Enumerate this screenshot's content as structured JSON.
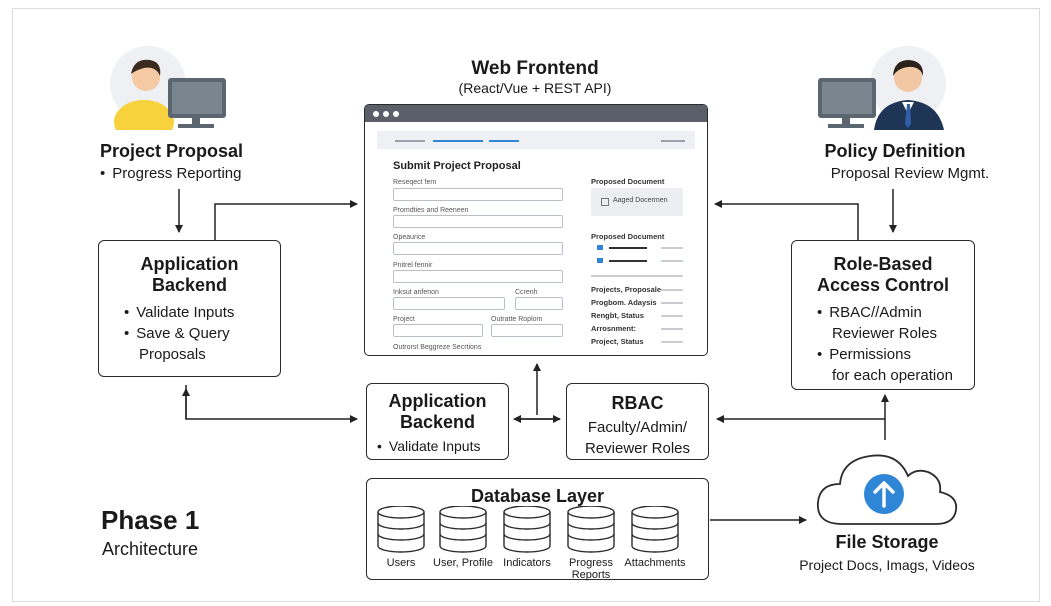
{
  "title": {
    "main": "Web  Frontend",
    "sub": "(React/Vue + REST API)"
  },
  "left_actor": {
    "title": "Project Proposal",
    "item": "Progress Reporting"
  },
  "right_actor": {
    "title": "Policy Definition",
    "item": "Proposal Review Mgmt."
  },
  "app_backend_left": {
    "title_1": "Application",
    "title_2": "Backend",
    "items": [
      "Validate Inputs",
      "Save & Query",
      "Proposals"
    ]
  },
  "rbac_right": {
    "title_1": "Role-Based",
    "title_2": "Access Control",
    "items": [
      "RBAC//Admin",
      "Reviewer Roles",
      "Permissions",
      "for each operation"
    ]
  },
  "app_backend_center": {
    "title_1": "Application",
    "title_2": "Backend",
    "item": "Validate Inputs"
  },
  "rbac_center": {
    "title": "RBAC",
    "line_1": "Faculty/Admin/",
    "line_2": "Reviewer Roles"
  },
  "database": {
    "title": "Database Layer",
    "tables": [
      "Users",
      "User, Profile",
      "Indicators",
      "Progress Reports",
      "Attachments"
    ]
  },
  "file_storage": {
    "title": "File Storage",
    "sub": "Project Docs, Imags, Videos"
  },
  "phase": {
    "title": "Phase 1",
    "sub": "Architecture"
  },
  "mockup": {
    "form_title": "Submit Project Proposal",
    "fields": [
      "Reseqect fem",
      "Promdties and Reeneen",
      "Opeaurice",
      "Pnitrel fennir",
      "Inksut anfenon",
      "Ccrenh",
      "Project",
      "Outratte Roplom",
      "Outrorst Beggreze Secrtions"
    ],
    "side_1": "Proposed Document",
    "side_button": "Aaged Docermen",
    "side_2": "Proposed Document",
    "side_list": [
      "Projects, Proposale",
      "Progbom. Adaysis",
      "Rengbt, Status",
      "Arrosnment:",
      "Project, Status"
    ]
  },
  "colors": {
    "accent": "#2f86d6",
    "person_yellow": "#f7d23c",
    "suit": "#1f3555"
  }
}
